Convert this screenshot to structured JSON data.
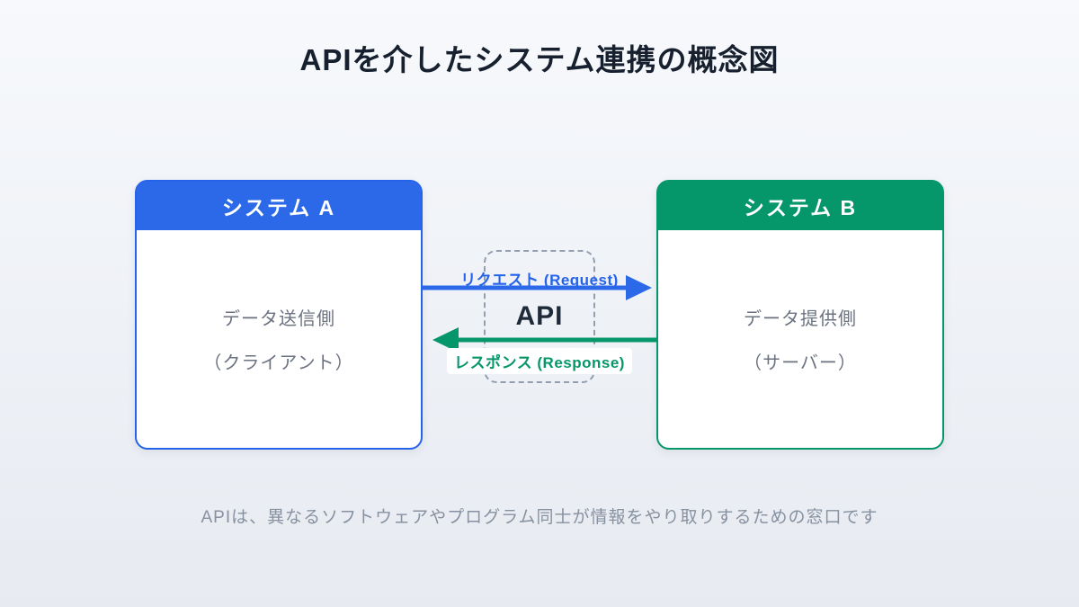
{
  "title": "APIを介したシステム連携の概念図",
  "system_a": {
    "header": "システム A",
    "role": "データ送信側",
    "subrole": "（クライアント）",
    "accent_color": "#2b69e8"
  },
  "system_b": {
    "header": "システム B",
    "role": "データ提供側",
    "subrole": "（サーバー）",
    "accent_color": "#059669"
  },
  "api": {
    "label": "API"
  },
  "request": {
    "label": "リクエスト (Request)",
    "color": "#2563eb"
  },
  "response": {
    "label": "レスポンス (Response)",
    "color": "#059669"
  },
  "caption": "APIは、異なるソフトウェアやプログラム同士が情報をやり取りするための窓口です"
}
